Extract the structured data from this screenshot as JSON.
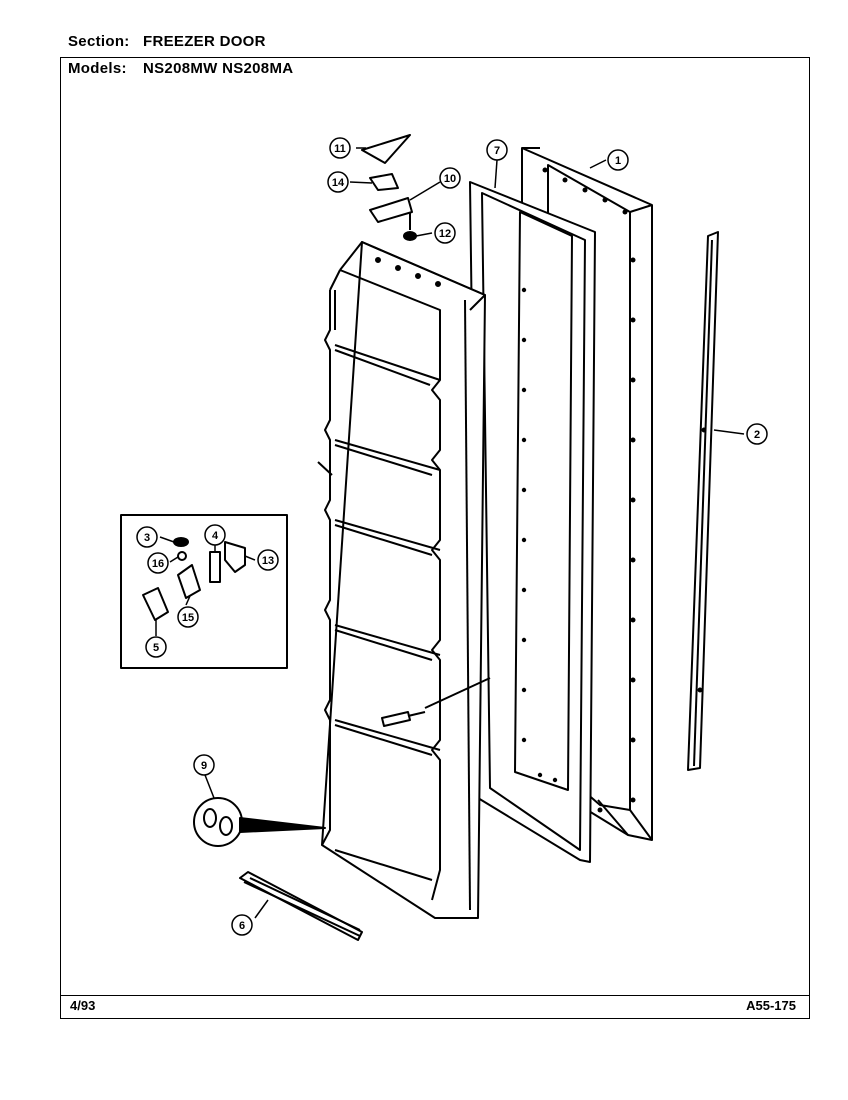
{
  "header": {
    "section_label": "Section:",
    "section_value": "FREEZER DOOR",
    "models_label": "Models:",
    "models_value": "NS208MW NS208MA"
  },
  "footer": {
    "date": "4/93",
    "code": "A55-175"
  },
  "callouts": [
    "1",
    "2",
    "3",
    "4",
    "5",
    "6",
    "7",
    "9",
    "10",
    "11",
    "12",
    "13",
    "14",
    "15",
    "16"
  ]
}
